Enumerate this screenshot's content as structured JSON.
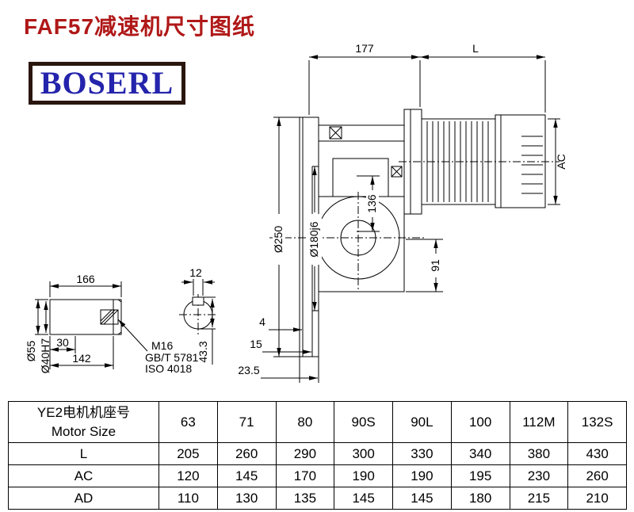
{
  "page": {
    "title": "FAF57减速机尺寸图纸",
    "logo_text": "BOSERL",
    "colors": {
      "title_red": "#b01818",
      "logo_blue": "#2424ac",
      "logo_border_brown": "#2a160e",
      "line_black": "#000000"
    }
  },
  "drawing": {
    "main_view": {
      "dim_gear_width": "177",
      "dim_motor_length": "L",
      "dim_motor_height": "AC",
      "dim_center_height": "136",
      "dim_flange_od": "Ø250",
      "dim_spigot": "Ø180j6",
      "dim_axis_offset": "91",
      "dim_step1": "4",
      "dim_step2": "15",
      "dim_step3": "23.5"
    },
    "shaft_view": {
      "dim_length": "166",
      "dim_key_width": "12",
      "dim_shaft_od": "Ø55",
      "dim_bore": "Ø40H7",
      "dim_fit_length": "30",
      "dim_usable_length": "142",
      "thread": "M16",
      "thread_std1": "GB/T 5781",
      "thread_std2": "ISO 4018",
      "dim_key_height": "43.3"
    }
  },
  "table": {
    "header_cn": "YE2电机机座号",
    "header_en": "Motor Size",
    "sizes": [
      "63",
      "71",
      "80",
      "90S",
      "90L",
      "100",
      "112M",
      "132S"
    ],
    "rows": [
      {
        "label": "L",
        "values": [
          "205",
          "260",
          "290",
          "300",
          "330",
          "340",
          "380",
          "430"
        ]
      },
      {
        "label": "AC",
        "values": [
          "120",
          "145",
          "170",
          "190",
          "190",
          "195",
          "230",
          "260"
        ]
      },
      {
        "label": "AD",
        "values": [
          "110",
          "130",
          "135",
          "145",
          "145",
          "180",
          "215",
          "210"
        ]
      }
    ]
  }
}
